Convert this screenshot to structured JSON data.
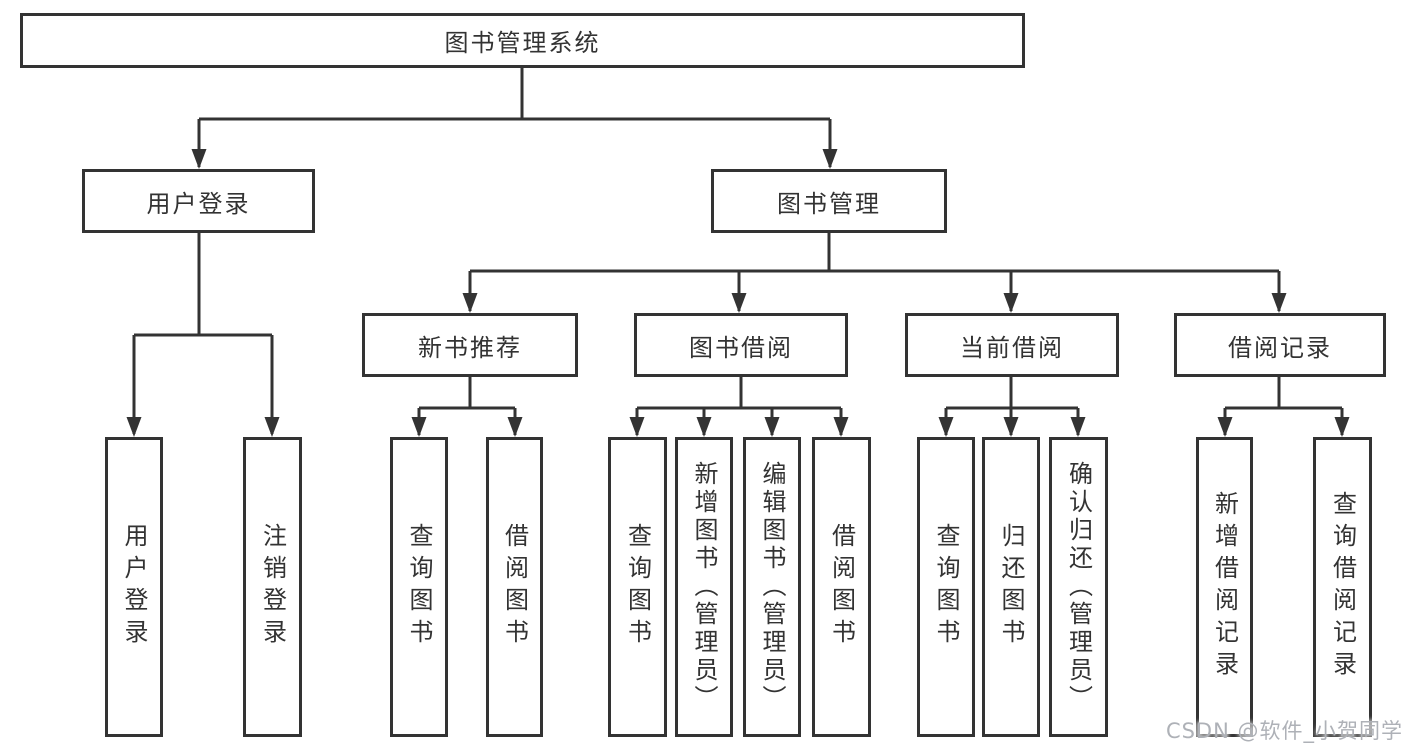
{
  "colors": {
    "background": "#ffffff",
    "line": "#333333",
    "text": "#333333",
    "watermark": "#aeb1b7"
  },
  "nodes": {
    "root": {
      "label": "图书管理系统"
    },
    "user_login": {
      "label": "用户登录"
    },
    "book_management": {
      "label": "图书管理"
    },
    "new_book_recommend": {
      "label": "新书推荐"
    },
    "book_borrow": {
      "label": "图书借阅"
    },
    "current_borrow": {
      "label": "当前借阅"
    },
    "borrow_records": {
      "label": "借阅记录"
    },
    "login_user": {
      "label": "用户登录"
    },
    "login_logout": {
      "label": "注销登录"
    },
    "nb_query_books": {
      "label": "查询图书"
    },
    "nb_borrow_books": {
      "label": "借阅图书"
    },
    "bb_query_books": {
      "label": "查询图书"
    },
    "bb_add_books": {
      "label": "新增图书（管理员）"
    },
    "bb_edit_books": {
      "label": "编辑图书（管理员）"
    },
    "bb_borrow_books": {
      "label": "借阅图书"
    },
    "cb_query_books": {
      "label": "查询图书"
    },
    "cb_return_books": {
      "label": "归还图书"
    },
    "cb_confirm_return": {
      "label": "确认归还（管理员）"
    },
    "br_add_record": {
      "label": "新增借阅记录"
    },
    "br_query_record": {
      "label": "查询借阅记录"
    }
  },
  "hierarchy": {
    "root": [
      "user_login",
      "book_management"
    ],
    "user_login": [
      "login_user",
      "login_logout"
    ],
    "book_management": [
      "new_book_recommend",
      "book_borrow",
      "current_borrow",
      "borrow_records"
    ],
    "new_book_recommend": [
      "nb_query_books",
      "nb_borrow_books"
    ],
    "book_borrow": [
      "bb_query_books",
      "bb_add_books",
      "bb_edit_books",
      "bb_borrow_books"
    ],
    "current_borrow": [
      "cb_query_books",
      "cb_return_books",
      "cb_confirm_return"
    ],
    "borrow_records": [
      "br_add_record",
      "br_query_record"
    ]
  },
  "watermark": {
    "text": "CSDN @软件_小贺同学"
  }
}
